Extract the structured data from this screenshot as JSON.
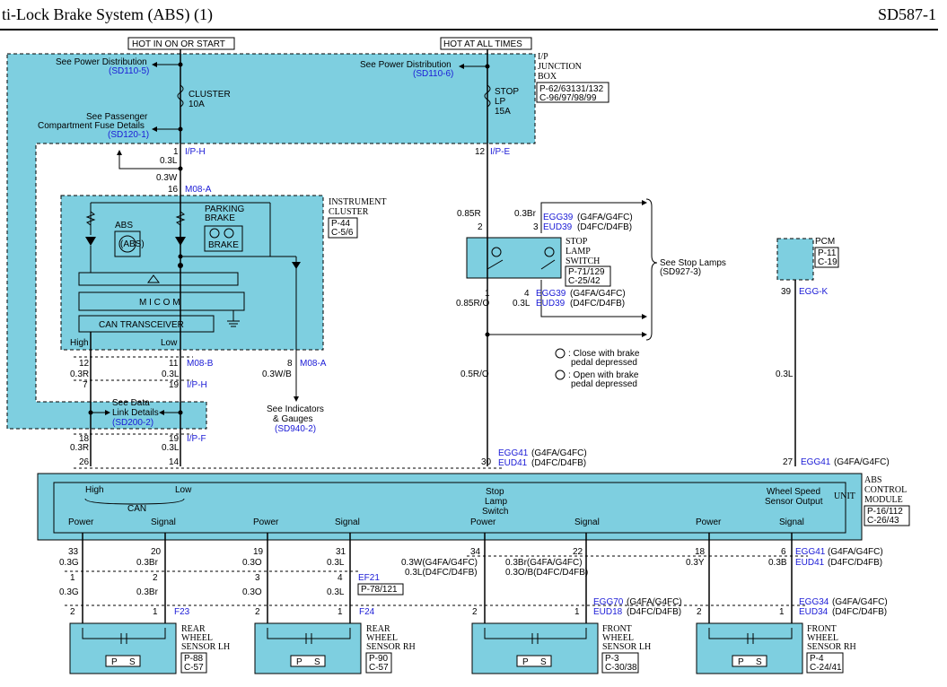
{
  "header": {
    "title": "ti-Lock Brake System (ABS) (1)",
    "page_id": "SD587-1"
  },
  "power_labels": {
    "hot_in_on_or_start": "HOT IN ON OR START",
    "hot_at_all_times": "HOT AT ALL TIMES"
  },
  "junction_box": {
    "name_lines": [
      "I/P",
      "JUNCTION",
      "BOX"
    ],
    "ref": [
      "P-62/63131/132",
      "C-96/97/98/99"
    ],
    "left_power_dist": "See Power Distribution",
    "left_power_dist_ref": "(SD110-5)",
    "right_power_dist": "See Power Distribution",
    "right_power_dist_ref": "(SD110-6)",
    "cluster_fuse": [
      "CLUSTER",
      "10A"
    ],
    "stop_fuse": [
      "STOP",
      "LP",
      "15A"
    ],
    "passenger_fuse": [
      "See Passenger",
      "Compartment Fuse Details"
    ],
    "passenger_fuse_ref": "(SD120-1)"
  },
  "instrument_cluster": {
    "name_lines": [
      "INSTRUMENT",
      "CLUSTER"
    ],
    "ref": [
      "P-44",
      "C-5/6"
    ],
    "abs_label": "ABS",
    "abs_icon_text": "(ABS)",
    "parking_brake": [
      "PARKING",
      "BRAKE"
    ],
    "brake_icon_text": "BRAKE",
    "micom": "M I C O M",
    "can_transceiver": "CAN TRANSCEIVER",
    "high": "High",
    "low": "Low"
  },
  "stop_lamp_switch": {
    "name_lines": [
      "STOP",
      "LAMP",
      "SWITCH"
    ],
    "ref": [
      "P-71/129",
      "C-25/42"
    ],
    "see_stop_lamps": "See Stop Lamps",
    "see_stop_lamps_ref": "(SD927-3)",
    "note_a": ": Close with brake",
    "note_a2": "pedal depressed",
    "note_b": ": Open with brake",
    "note_b2": "pedal depressed"
  },
  "pcm": {
    "name": "PCM",
    "ref": [
      "P-11",
      "C-19"
    ],
    "pin": "39",
    "pin_label": "EGG-K"
  },
  "data_link": {
    "text": [
      "See Data",
      "Link Details"
    ],
    "ref": "(SD200-2)"
  },
  "indicators": {
    "text": [
      "See Indicators",
      "& Gauges"
    ],
    "ref": "(SD940-2)"
  },
  "abs_module": {
    "name_lines": [
      "ABS",
      "CONTROL",
      "MODULE"
    ],
    "unit": "UNIT",
    "ref": [
      "P-16/112",
      "C-26/43"
    ],
    "can": "CAN",
    "high": "High",
    "low": "Low",
    "stop_lamp_switch": [
      "Stop",
      "Lamp",
      "Switch"
    ],
    "wheel_speed": [
      "Wheel Speed",
      "Sensor Output"
    ],
    "power": "Power",
    "signal": "Signal"
  },
  "wires": {
    "w1": "1",
    "w1c": "I/P-H",
    "w1col": "0.3L",
    "w16": "16",
    "w16c": "M08-A",
    "w16col": "0.3W",
    "w12": "12",
    "w12c": "I/P-E",
    "w085r": "0.85R",
    "w2": "2",
    "w03br": "0.3Br",
    "w3": "3",
    "egg39": "EGG39",
    "egg39v": "(G4FA/G4FC)",
    "eud39": "EUD39",
    "eud39v": "(D4FC/D4FB)",
    "w1b": "1",
    "w085ro": "0.85R/O",
    "w4": "4",
    "w03l4": "0.3L",
    "egg39b": "EGG39",
    "egg39bv": "(G4FA/G4FC)",
    "eud39b": "EUD39",
    "eud39bv": "(D4FC/D4FB)",
    "w12b": "12",
    "w03r": "0.3R",
    "w7": "7",
    "w11": "11",
    "w03lb": "0.3L",
    "w19": "19",
    "m08b": "M08-B",
    "iph": "I/P-H",
    "w8": "8",
    "m08a": "M08-A",
    "w03wb": "0.3W/B",
    "w05ro": "0.5R/O",
    "w03l39": "0.3L",
    "w18": "18",
    "w03r2": "0.3R",
    "w26": "26",
    "w19b": "19",
    "w03l2": "0.3L",
    "w14": "14",
    "ipf": "I/P-F",
    "w30": "30",
    "egg41": "EGG41",
    "egg41v": "(G4FA/G4FC)",
    "eud41": "EUD41",
    "eud41v": "(D4FC/D4FB)",
    "w27": "27",
    "egg41b": "EGG41",
    "egg41bv": "(G4FA/G4FC)"
  },
  "bottom": {
    "p33": "33",
    "c33": "0.3G",
    "p20": "20",
    "c20": "0.3Br",
    "p19": "19",
    "c19": "0.3O",
    "p31": "31",
    "c31": "0.3L",
    "c34a": "0.3W(G4FA/G4FC)",
    "c34b": "0.3L(D4FC/D4FB)",
    "p34": "34",
    "c22a": "0.3Br(G4FA/G4FC)",
    "c22b": "0.3O/B(D4FC/D4FB)",
    "p22": "22",
    "p18": "18",
    "c18": "0.3Y",
    "p6": "6",
    "c6": "0.3B",
    "egg41c": "EGG41",
    "egg41cv": "(G4FA/G4FC)",
    "eud41c": "EUD41",
    "eud41cv": "(D4FC/D4FB)",
    "q1": "1",
    "qc1": "0.3G",
    "q2": "2",
    "qc2": "0.3Br",
    "q3": "3",
    "qc3": "0.3O",
    "q4": "4",
    "qc4": "0.3L",
    "ef21": "EF21",
    "ef21ref": "P-78/121",
    "s2a": "2",
    "s1a": "1",
    "f23": "F23",
    "s2b": "2",
    "s1b": "1",
    "f24": "F24",
    "s2c": "2",
    "s1c": "1",
    "egg70": "EGG70",
    "egg70v": "(G4FA/G4FC)",
    "eud18": "EUD18",
    "eud18v": "(D4FC/D4FB)",
    "s2d": "2",
    "s1d": "1",
    "egg34": "EGG34",
    "egg34v": "(G4FA/G4FC)",
    "eud34": "EUD34",
    "eud34v": "(D4FC/D4FB)"
  },
  "sensors": [
    {
      "name": [
        "REAR",
        "WHEEL",
        "SENSOR LH"
      ],
      "ref": [
        "P-88",
        "C-57"
      ],
      "p": "P",
      "s": "S"
    },
    {
      "name": [
        "REAR",
        "WHEEL",
        "SENSOR RH"
      ],
      "ref": [
        "P-90",
        "C-57"
      ],
      "p": "P",
      "s": "S"
    },
    {
      "name": [
        "FRONT",
        "WHEEL",
        "SENSOR LH"
      ],
      "ref": [
        "P-3",
        "C-30/38"
      ],
      "p": "P",
      "s": "S"
    },
    {
      "name": [
        "FRONT",
        "WHEEL",
        "SENSOR RH"
      ],
      "ref": [
        "P-4",
        "C-24/41"
      ],
      "p": "P",
      "s": "S"
    }
  ],
  "colors": {
    "module_fill": "#7ecfe0",
    "link_blue": "#1a1ad6"
  }
}
